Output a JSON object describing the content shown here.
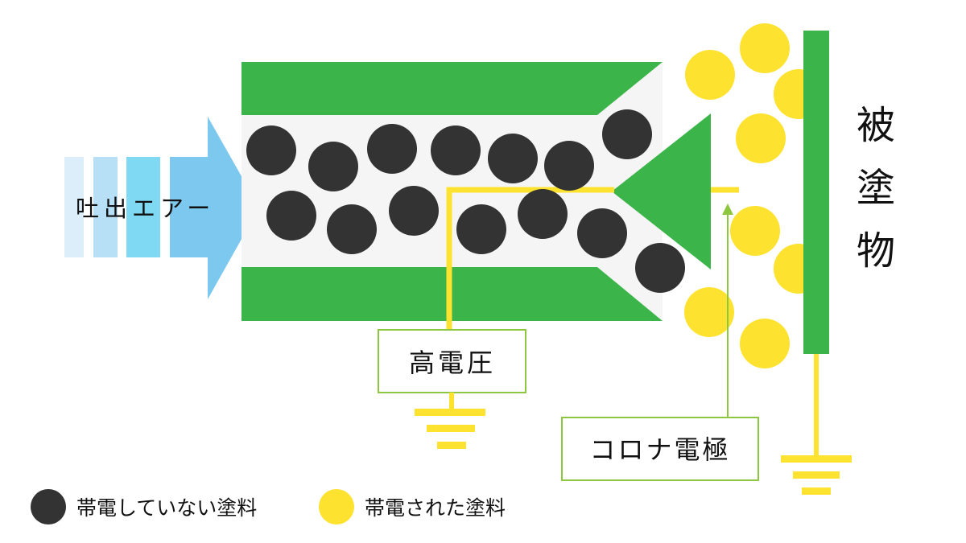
{
  "labels": {
    "discharge_air": "吐出エアー",
    "target": [
      "被",
      "塗",
      "物"
    ],
    "high_voltage": "高電圧",
    "corona_electrode": "コロナ電極"
  },
  "legend": {
    "uncharged": "帯電していない塗料",
    "charged": "帯電された塗料"
  },
  "colors": {
    "nozzle_green": "#3bb54a",
    "charged_yellow": "#fde22f",
    "uncharged_dark": "#333333",
    "air_blue": "#7dc8ef",
    "electrode_line": "#8dc63f"
  }
}
